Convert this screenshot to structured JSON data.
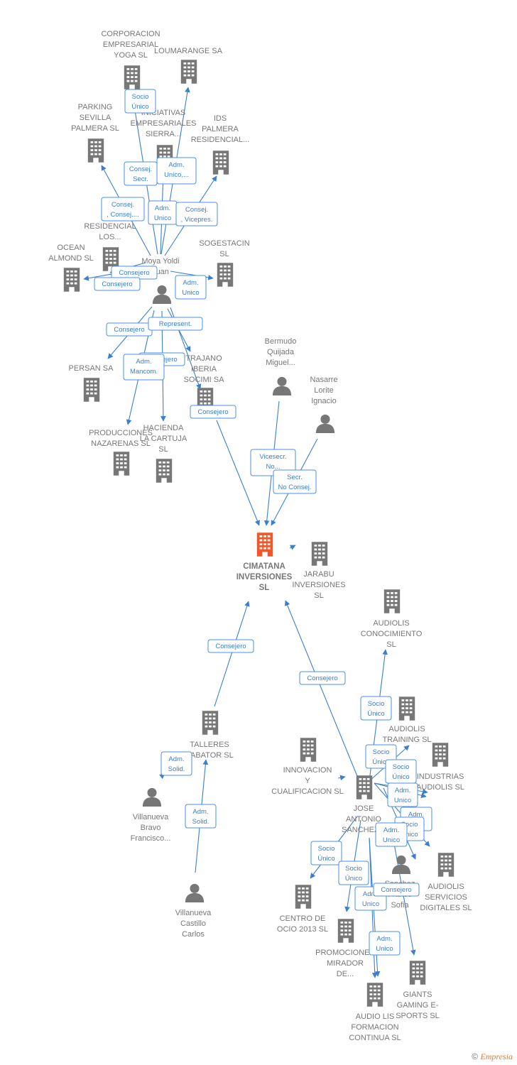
{
  "colors": {
    "center": "#f0582a",
    "node": "#777777",
    "edge": "#3a7fd0"
  },
  "nodes": [
    {
      "id": "corp",
      "type": "company",
      "label": "CORPORACION EMPRESARIAL YOGA SL"
    },
    {
      "id": "lou",
      "type": "company",
      "label": "LOUMARANGE SA"
    },
    {
      "id": "park",
      "type": "company",
      "label": "PARKING SEVILLA PALMERA SL"
    },
    {
      "id": "inic",
      "type": "company",
      "label": "INICIATIVAS EMPRESARIALES SIERRA..."
    },
    {
      "id": "ids",
      "type": "company",
      "label": "IDS PALMERA RESIDENCIAL..."
    },
    {
      "id": "resi",
      "type": "company",
      "label": "RESIDENCIAL LOS..."
    },
    {
      "id": "ocean",
      "type": "company",
      "label": "OCEAN ALMOND SL"
    },
    {
      "id": "soge",
      "type": "company",
      "label": "SOGESTACIN SL"
    },
    {
      "id": "moya",
      "type": "person",
      "label": "Moya Yoldi Juan"
    },
    {
      "id": "persan",
      "type": "company",
      "label": "PERSAN SA"
    },
    {
      "id": "trajano",
      "type": "company",
      "label": "TRAJANO IBERIA SOCIMI SA"
    },
    {
      "id": "prod",
      "type": "company",
      "label": "PRODUCCIONES NAZARENAS SL"
    },
    {
      "id": "hac",
      "type": "company",
      "label": "HACIENDA LA CARTUJA SL"
    },
    {
      "id": "berm",
      "type": "person",
      "label": "Bermudo Quijada Miguel..."
    },
    {
      "id": "nas",
      "type": "person",
      "label": "Nasarre Lorite Ignacio"
    },
    {
      "id": "cima",
      "type": "center",
      "label": "CIMATANA INVERSIONES SL"
    },
    {
      "id": "jarabu",
      "type": "company",
      "label": "JARABU INVERSIONES SL"
    },
    {
      "id": "aconoc",
      "type": "company",
      "label": "AUDIOLIS CONOCIMIENTO SL"
    },
    {
      "id": "atrain",
      "type": "company",
      "label": "AUDIOLIS TRAINING SL"
    },
    {
      "id": "indus",
      "type": "company",
      "label": "INDUSTRIAS AUDIOLIS SL"
    },
    {
      "id": "talleres",
      "type": "company",
      "label": "TALLERES ZABATOR SL"
    },
    {
      "id": "innov",
      "type": "company",
      "label": "INNOVACION Y CUALIFICACION SL"
    },
    {
      "id": "jose",
      "type": "company",
      "label": "JOSE ANTONIO SANCHEZ..."
    },
    {
      "id": "vbravo",
      "type": "person",
      "label": "Villanueva Bravo Francisco..."
    },
    {
      "id": "sofia",
      "type": "person",
      "label": "Sanchez Franco Sofia"
    },
    {
      "id": "aserv",
      "type": "company",
      "label": "AUDIOLIS SERVICIOS DIGITALES SL"
    },
    {
      "id": "vcast",
      "type": "person",
      "label": "Villanueva Castillo Carlos"
    },
    {
      "id": "ocio",
      "type": "company",
      "label": "CENTRO DE OCIO 2013 SL"
    },
    {
      "id": "promo",
      "type": "company",
      "label": "PROMOCIONES MIRADOR DE..."
    },
    {
      "id": "giants",
      "type": "company",
      "label": "GIANTS GAMING E-SPORTS SL"
    },
    {
      "id": "audiolis",
      "type": "company",
      "label": "AUDIO LIS FORMACION CONTINUA SL"
    }
  ],
  "relations": [
    "Socio Único",
    "Consej. Secr.",
    "Adm. Unico,...",
    "Consej. , Consej....",
    "Adm. Unico",
    "Consej. , Vicepres.",
    "Consejero",
    "Consejero",
    "Adm. Unico",
    "Consejero",
    "Represent.",
    "Consejero",
    "Adm. Mancom.",
    "Consejero",
    "Vicesecr. No...",
    "Secr. No Consej.",
    "Consejero",
    "Consejero",
    "Socio Único",
    "Socio Único",
    "Socio Único",
    "Adm. Unico",
    "Adm. Unico",
    "Socio Único",
    "Adm. Unico",
    "Adm. Solid.",
    "Adm. Solid.",
    "Socio Único",
    "Socio Único",
    "Adm. Unico",
    "Consejero",
    "Adm. Unico"
  ],
  "credit": {
    "symbol": "©",
    "brand": "Empresia"
  }
}
